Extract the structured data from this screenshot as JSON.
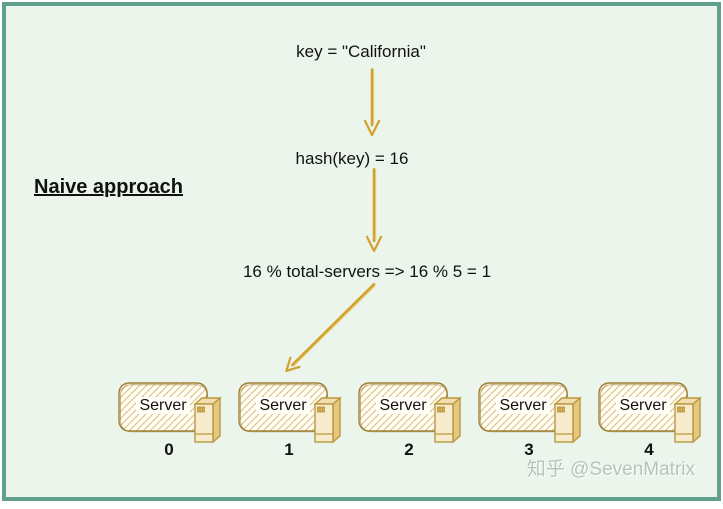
{
  "title": "Naive approach",
  "flow": {
    "key_text": "key = \"California\"",
    "hash_text": "hash(key) = 16",
    "modulo_text": "16 % total-servers => 16 % 5 = 1"
  },
  "servers": [
    {
      "label": "Server",
      "index": "0"
    },
    {
      "label": "Server",
      "index": "1"
    },
    {
      "label": "Server",
      "index": "2"
    },
    {
      "label": "Server",
      "index": "3"
    },
    {
      "label": "Server",
      "index": "4"
    }
  ],
  "watermark": "知乎 @SevenMatrix",
  "icons": {
    "arrow_1": "down-arrow-icon",
    "arrow_2": "down-arrow-icon",
    "arrow_3": "diagonal-arrow-icon",
    "server_icon": "server-tower-icon"
  },
  "colors": {
    "background": "#ebf5ec",
    "frame_border": "#61a18c",
    "arrow": "#d2a12e",
    "server_outline": "#9f8136",
    "server_hatch": "#d6bd7c",
    "server_fill": "#fffdf4",
    "tower_front": "#f6eccb",
    "tower_side": "#e4c87f",
    "text": "#111111",
    "watermark_text": "#b7c2ba"
  }
}
